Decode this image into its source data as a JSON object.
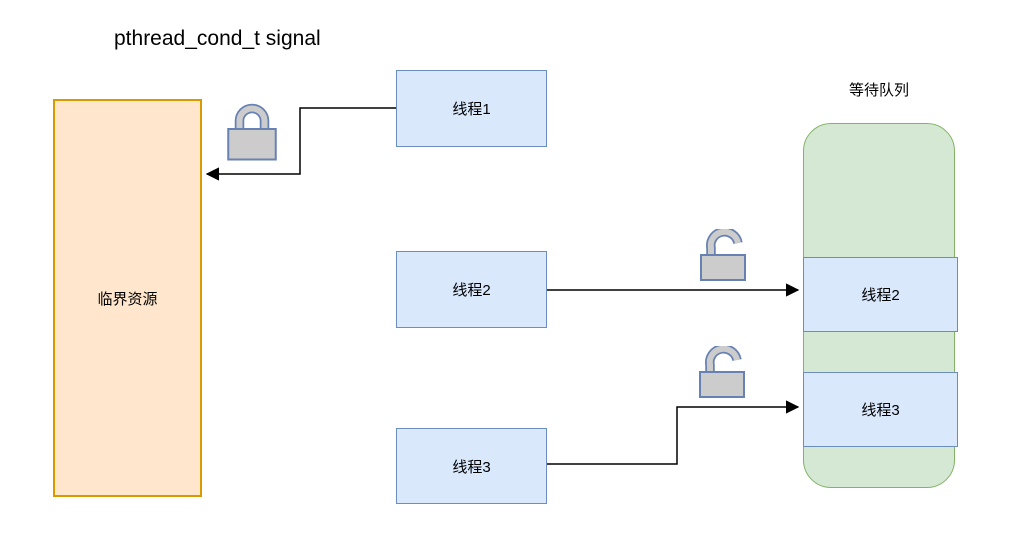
{
  "title": "pthread_cond_t signal",
  "critical_resource": {
    "label": "临界资源"
  },
  "threads": [
    {
      "label": "线程1",
      "lock_state": "locked",
      "arrow_target": "critical_resource"
    },
    {
      "label": "线程2",
      "lock_state": "unlocked",
      "arrow_target": "waiting_queue"
    },
    {
      "label": "线程3",
      "lock_state": "unlocked",
      "arrow_target": "waiting_queue"
    }
  ],
  "queue": {
    "label": "等待队列",
    "items": [
      {
        "label": "线程2"
      },
      {
        "label": "线程3"
      }
    ]
  },
  "icons": {
    "locked": "lock-closed-icon",
    "unlocked": "lock-open-icon"
  },
  "colors": {
    "critical_fill": "#ffe6cc",
    "critical_border": "#d79b00",
    "thread_fill": "#dae8fc",
    "thread_border": "#6c8ebf",
    "queue_fill": "#d5e8d4",
    "queue_border": "#82b366",
    "lock_fill": "#cccccc",
    "lock_border": "#6881b3",
    "arrow": "#000000"
  }
}
